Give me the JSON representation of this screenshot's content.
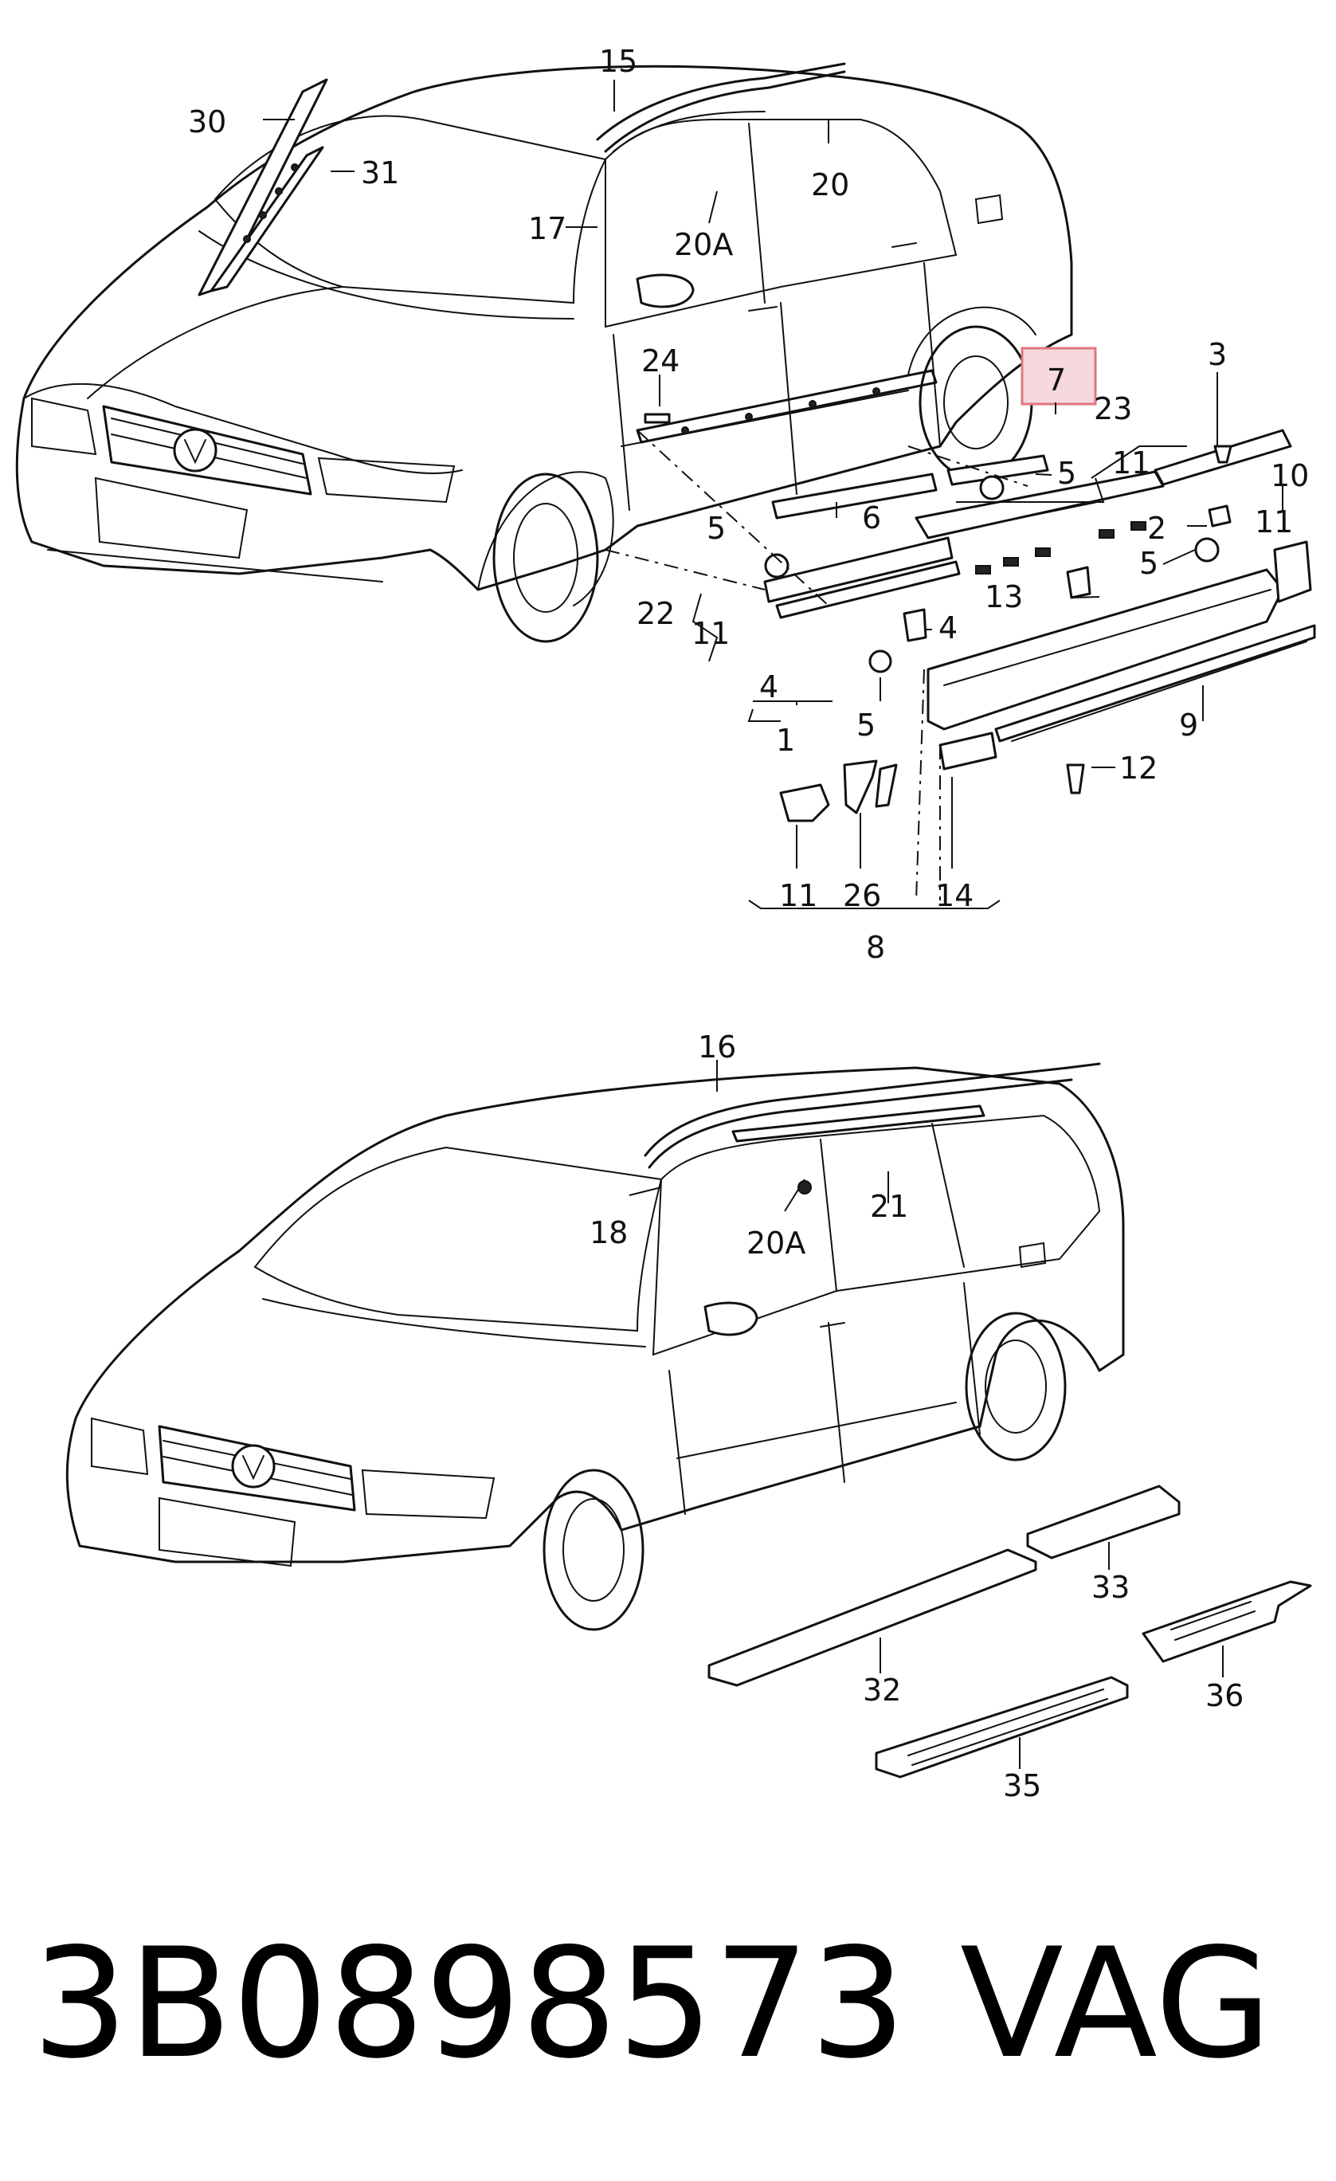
{
  "part_number": "3B0898573",
  "brand": "VAG",
  "highlight_label": "7",
  "colors": {
    "highlight_fill": "#f6d9dc",
    "highlight_stroke": "#e07680"
  },
  "sedan_labels": {
    "l15": "15",
    "l30": "30",
    "l31": "31",
    "l17": "17",
    "l20": "20",
    "l20a": "20A",
    "l24": "24",
    "l3": "3",
    "l23": "23",
    "l11a": "11",
    "l10": "10",
    "l11b": "11",
    "l5a": "5",
    "l6": "6",
    "l2": "2",
    "l5b": "5",
    "l5c": "5",
    "l13": "13",
    "l4a": "4",
    "l22": "22",
    "l11c": "11",
    "l4b": "4",
    "l1": "1",
    "l5d": "5",
    "l9": "9",
    "l12": "12",
    "l11d": "11",
    "l26": "26",
    "l14": "14",
    "l8": "8"
  },
  "wagon_labels": {
    "l16": "16",
    "l18": "18",
    "l20a": "20A",
    "l21": "21",
    "l33": "33",
    "l32": "32",
    "l36": "36",
    "l35": "35"
  }
}
